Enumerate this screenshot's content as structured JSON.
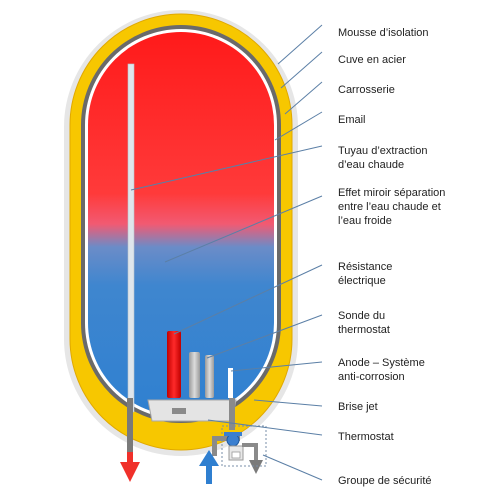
{
  "colors": {
    "insulation": "#f7c700",
    "hot_water": "#ff2020",
    "cold_water": "#3f86cf",
    "heating_element": "#e01010",
    "leader_line": "#5b7fa6",
    "hot_arrow": "#f0302a",
    "cold_arrow": "#2f7fd0"
  },
  "labels": [
    {
      "id": "insulation-foam",
      "text": "Mousse d’isolation"
    },
    {
      "id": "steel-tank",
      "text": "Cuve en acier"
    },
    {
      "id": "casing",
      "text": "Carrosserie"
    },
    {
      "id": "enamel",
      "text": "Email"
    },
    {
      "id": "hot-water-pipe",
      "text": "Tuyau d’extraction\nd’eau chaude"
    },
    {
      "id": "mirror-effect",
      "text": "Effet miroir séparation\nentre l’eau chaude et\nl’eau froide"
    },
    {
      "id": "heating-element",
      "text": "Résistance\nélectrique"
    },
    {
      "id": "thermostat-probe",
      "text": "Sonde du\nthermostat"
    },
    {
      "id": "anode",
      "text": "Anode – Système\nanti-corrosion"
    },
    {
      "id": "jet-breaker",
      "text": "Brise jet"
    },
    {
      "id": "thermostat",
      "text": "Thermostat"
    },
    {
      "id": "safety-group",
      "text": "Groupe de sécurité"
    }
  ]
}
